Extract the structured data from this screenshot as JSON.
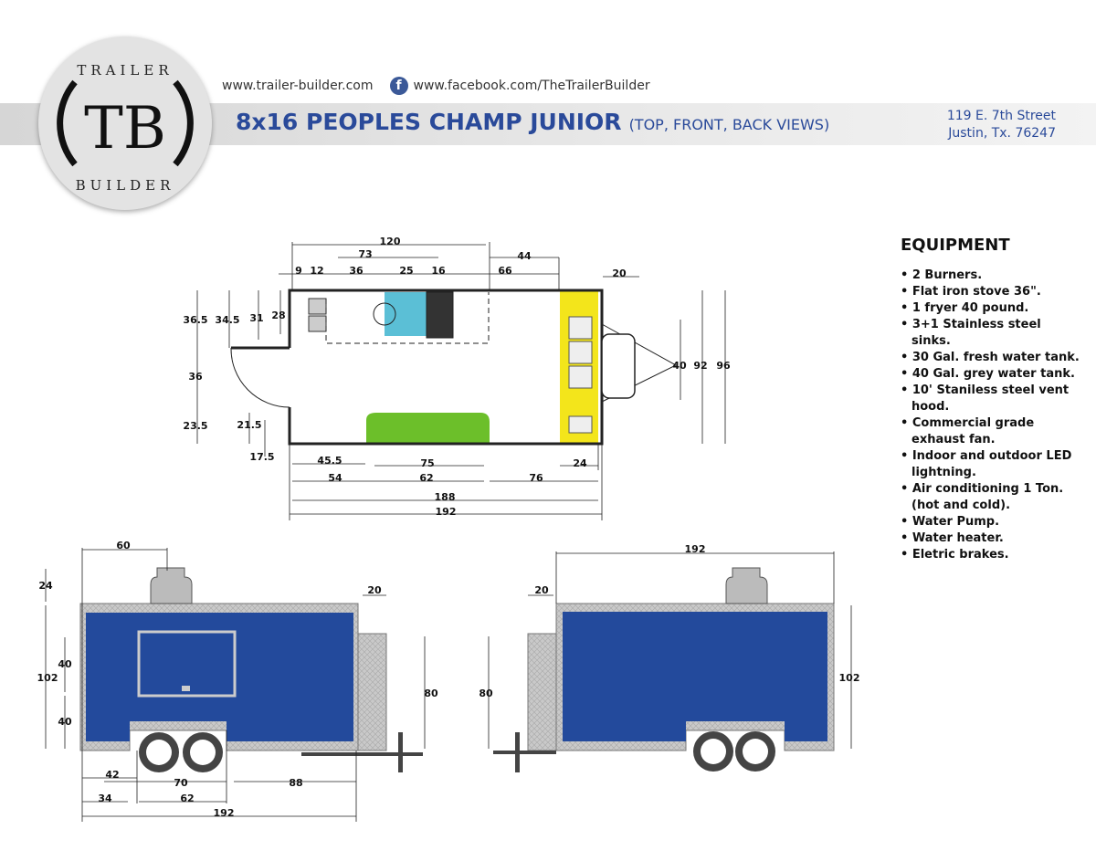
{
  "header": {
    "logo_text": {
      "top": "TRAILER",
      "mark": "TB",
      "bottom": "BUILDER"
    },
    "website": "www.trailer-builder.com",
    "facebook": "www.facebook.com/TheTrailerBuilder",
    "title": "8x16 PEOPLES CHAMP JUNIOR",
    "subtitle": "(TOP, FRONT, BACK VIEWS)",
    "address_line1": "119 E. 7th Street",
    "address_line2": "Justin, Tx. 76247"
  },
  "colors": {
    "brand_blue": "#2a4a9a",
    "panel_blue": "#234a9c",
    "counter_yellow": "#f3e51b",
    "fridge_cyan": "#5bbfd6",
    "bench_green": "#6cbf2a"
  },
  "top_view": {
    "dims": [
      "120",
      "73",
      "44",
      "9",
      "12",
      "36",
      "25",
      "16",
      "66",
      "20",
      "36.5",
      "34.5",
      "31",
      "28",
      "36",
      "23.5",
      "21.5",
      "17.5",
      "45.5",
      "75",
      "54",
      "62",
      "76",
      "24",
      "188",
      "192",
      "40",
      "92",
      "96"
    ]
  },
  "side_view": {
    "dims": [
      "60",
      "24",
      "20",
      "102",
      "40",
      "40",
      "80",
      "42",
      "70",
      "88",
      "34",
      "62",
      "192"
    ]
  },
  "back_view": {
    "dims": [
      "192",
      "20",
      "80",
      "102"
    ]
  },
  "equipment": {
    "title": "EQUIPMENT",
    "items": [
      "2 Burners.",
      "Flat iron stove 36\".",
      "1 fryer 40 pound.",
      "3+1 Stainless steel sinks.",
      "30 Gal. fresh water tank.",
      "40 Gal. grey water tank.",
      "10' Staniless steel vent hood.",
      "Commercial grade exhaust fan.",
      "Indoor and outdoor LED lightning.",
      "Air conditioning 1 Ton.(hot and cold).",
      "Water Pump.",
      "Water heater.",
      "Eletric brakes."
    ]
  }
}
